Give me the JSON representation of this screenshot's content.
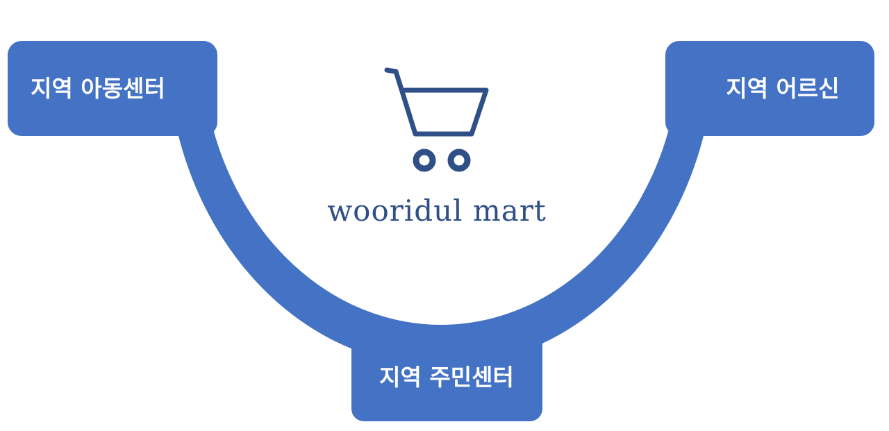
{
  "colors": {
    "accent": "#4472c4",
    "logo": "#2f4f87",
    "background": "#ffffff",
    "label_text": "#ffffff"
  },
  "logo": {
    "icon": "shopping-cart-icon",
    "text": "wooridul mart"
  },
  "boxes": {
    "left": {
      "label": "지역 아동센터"
    },
    "right": {
      "label": "지역 어르신"
    },
    "bottom": {
      "label": "지역 주민센터"
    }
  }
}
